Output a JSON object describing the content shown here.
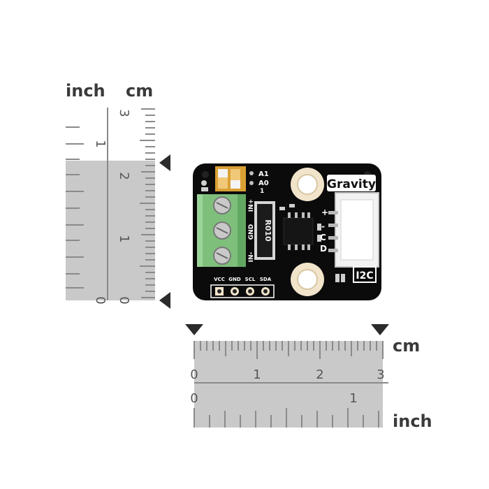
{
  "scene": {
    "description_colors": {
      "pcb": "#0b0b0b",
      "terminal": "#8cc98a",
      "ruler_gray": "#c8c8c8",
      "ink": "#3a3a3a",
      "pads": "#efe2c8"
    }
  },
  "vertical_ruler": {
    "unit_left": "inch",
    "unit_right": "cm",
    "inch_labels": [
      "1",
      "0"
    ],
    "cm_labels": [
      "3",
      "2",
      "1",
      "0"
    ]
  },
  "horizontal_ruler": {
    "unit_top": "cm",
    "unit_bottom": "inch",
    "cm_labels": [
      "0",
      "1",
      "2",
      "3"
    ],
    "inch_labels": [
      "0",
      "1"
    ]
  },
  "board": {
    "brand": "Gravity",
    "interface": "I2C",
    "addr_switch": [
      "A1",
      "A0"
    ],
    "switch_num": "1",
    "terminal_labels": [
      "IN+",
      "GND",
      "IN-"
    ],
    "resistor": "R010",
    "connector_pins": [
      "+",
      "-",
      "C",
      "D"
    ],
    "header_pins": [
      "VCC",
      "GND",
      "SCL",
      "SDA"
    ]
  }
}
